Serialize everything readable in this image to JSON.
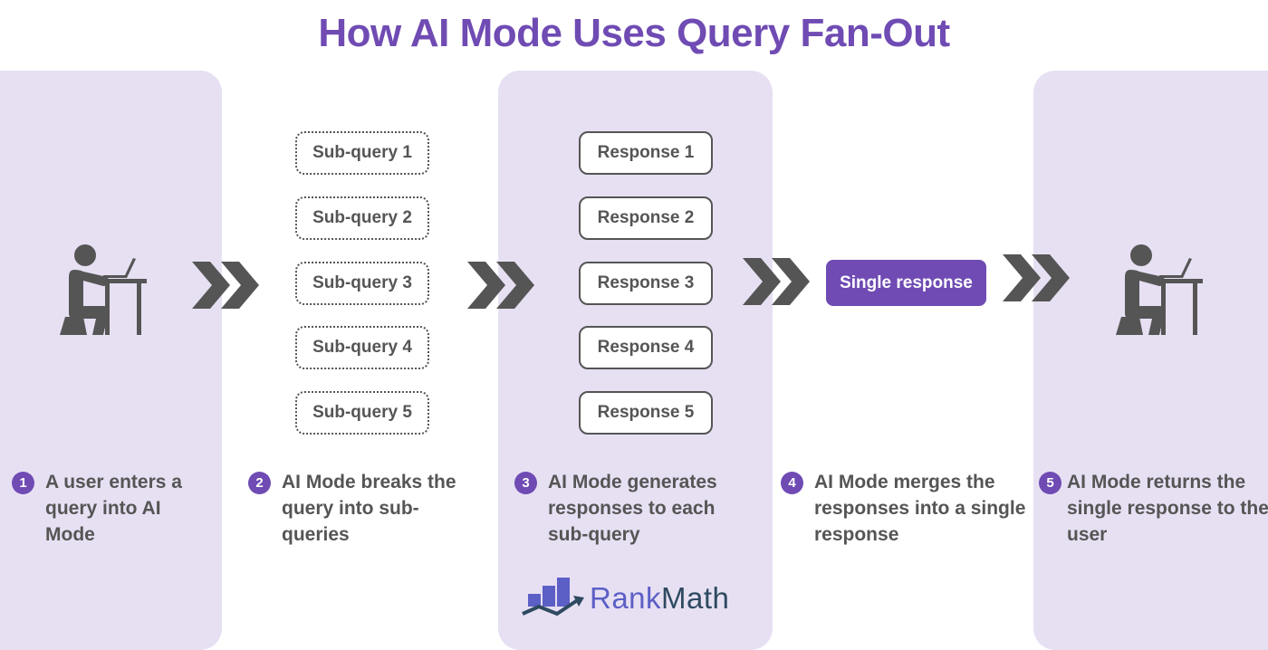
{
  "title": "How AI Mode Uses Query Fan-Out",
  "colors": {
    "accent": "#6f4bb3",
    "panel": "#e7e0f3",
    "text": "#555555",
    "icon": "#555555",
    "logo_rank": "#5c5fc6",
    "logo_math": "#2e4a60"
  },
  "icons": {
    "user_left": "person-at-laptop-icon",
    "user_right": "person-at-laptop-icon",
    "arrow": "double-chevron-right-icon",
    "logo": "rankmath-chart-icon"
  },
  "sub_queries": [
    "Sub-query 1",
    "Sub-query 2",
    "Sub-query 3",
    "Sub-query 4",
    "Sub-query 5"
  ],
  "responses": [
    "Response 1",
    "Response 2",
    "Response 3",
    "Response 4",
    "Response 5"
  ],
  "single_response": "Single response",
  "steps": [
    {
      "number": "1",
      "text": "A user enters a query into AI Mode"
    },
    {
      "number": "2",
      "text": "AI Mode breaks the query into sub-queries"
    },
    {
      "number": "3",
      "text": "AI Mode generates responses to each sub-query"
    },
    {
      "number": "4",
      "text": "AI Mode merges the responses into a single response"
    },
    {
      "number": "5",
      "text": "AI Mode returns the single response to the user"
    }
  ],
  "logo": {
    "part1": "Rank",
    "part2": "Math"
  }
}
